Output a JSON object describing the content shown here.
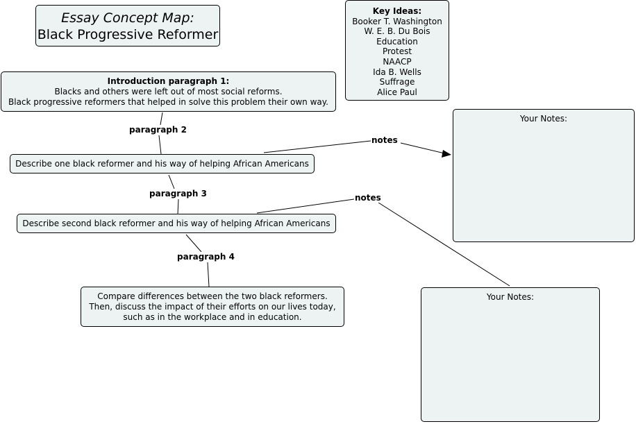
{
  "title": {
    "line1": "Essay Concept Map:",
    "line2": "Black Progressive Reformer"
  },
  "key_ideas": {
    "heading": "Key Ideas:",
    "items": [
      "Booker T. Washington",
      "W. E. B. Du Bois",
      "Education",
      "Protest",
      "NAACP",
      "Ida B. Wells",
      "Suffrage",
      "Alice Paul"
    ]
  },
  "intro": {
    "heading": "Introduction paragraph 1:",
    "line1": "Blacks and others were left out of most social reforms.",
    "line2": "Black progressive reformers that helped in solve this problem their own way."
  },
  "paragraph2": {
    "label": "paragraph 2",
    "text": "Describe one black reformer and his way of helping African Americans"
  },
  "paragraph3": {
    "label": "paragraph 3",
    "text": "Describe second black reformer and his way of helping African Americans"
  },
  "paragraph4": {
    "label": "paragraph 4",
    "line1": "Compare differences between the two black reformers.",
    "line2": "Then, discuss the impact of their efforts on our lives today,",
    "line3": "such as in the workplace and in education."
  },
  "notes_links": {
    "first": "notes",
    "second": "notes"
  },
  "notes_boxes": {
    "first": "Your Notes:",
    "second": "Your Notes:"
  }
}
